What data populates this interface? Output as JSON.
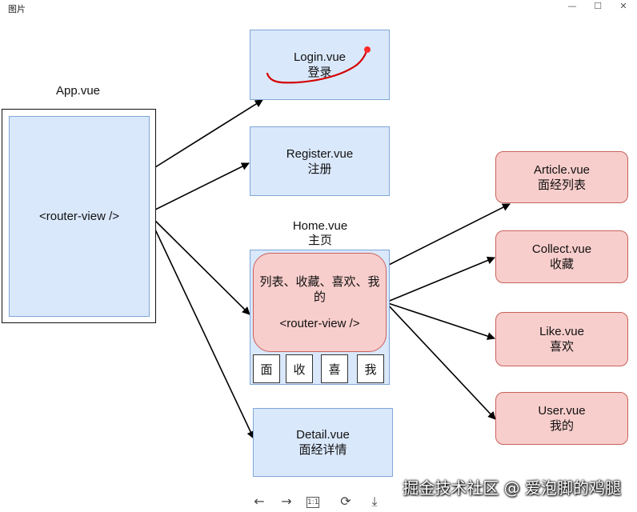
{
  "window": {
    "title": "图片",
    "controls": {
      "minimize": "—",
      "maximize": "☐",
      "close": "✕"
    }
  },
  "app": {
    "title": "App.vue",
    "content": "<router-view />"
  },
  "login": {
    "name": "Login.vue",
    "desc": "登录"
  },
  "register": {
    "name": "Register.vue",
    "desc": "注册"
  },
  "home": {
    "name": "Home.vue",
    "desc": "主页",
    "inner_line1": "列表、收藏、喜欢、我",
    "inner_line2": "的",
    "inner_view": "<router-view />",
    "tabs": [
      "面",
      "收",
      "喜",
      "我"
    ]
  },
  "detail": {
    "name": "Detail.vue",
    "desc": "面经详情"
  },
  "children": [
    {
      "name": "Article.vue",
      "desc": "面经列表"
    },
    {
      "name": "Collect.vue",
      "desc": "收藏"
    },
    {
      "name": "Like.vue",
      "desc": "喜欢"
    },
    {
      "name": "User.vue",
      "desc": "我的"
    }
  ],
  "toolbar": {
    "prev": "←",
    "next": "→",
    "actual_size": "1:1",
    "rotate": "⟳",
    "download": "⤓"
  },
  "watermark": "掘金技术社区 @ 爱泡脚的鸡腿",
  "colors": {
    "blue_fill": "#dae8fc",
    "blue_border": "#7ea6d8",
    "pink_fill": "#f8cecc",
    "pink_border": "#c9625c",
    "annotation": "#d40000"
  }
}
